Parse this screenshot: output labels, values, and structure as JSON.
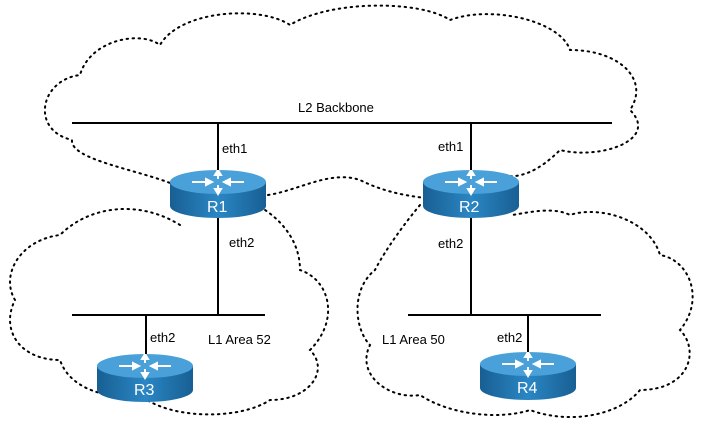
{
  "backbone": {
    "label": "L2 Backbone"
  },
  "areas": [
    {
      "label": "L1 Area 52"
    },
    {
      "label": "L1 Area 50"
    }
  ],
  "routers": [
    {
      "name": "R1",
      "interfaces": [
        "eth1",
        "eth2"
      ]
    },
    {
      "name": "R2",
      "interfaces": [
        "eth1",
        "eth2"
      ]
    },
    {
      "name": "R3",
      "interfaces": [
        "eth2"
      ]
    },
    {
      "name": "R4",
      "interfaces": [
        "eth2"
      ]
    }
  ],
  "colors": {
    "router_top": "#4a9fd6",
    "router_body": "#1f6fa8",
    "line": "#000000"
  }
}
